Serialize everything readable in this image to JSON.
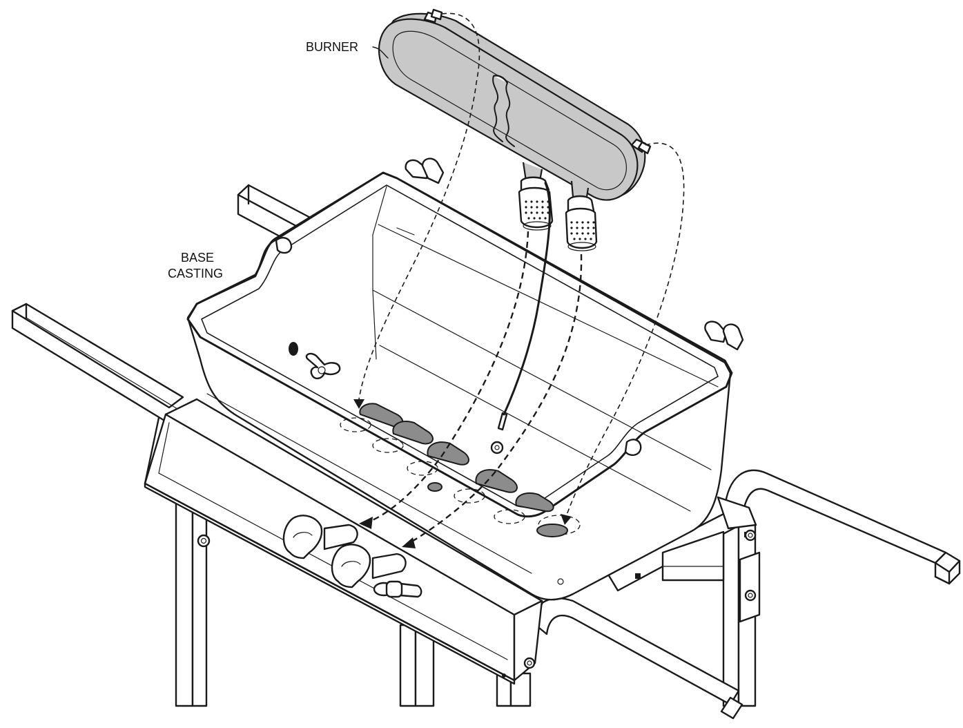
{
  "labels": {
    "burner": "BURNER",
    "base_line1": "BASE",
    "base_line2": "CASTING"
  }
}
